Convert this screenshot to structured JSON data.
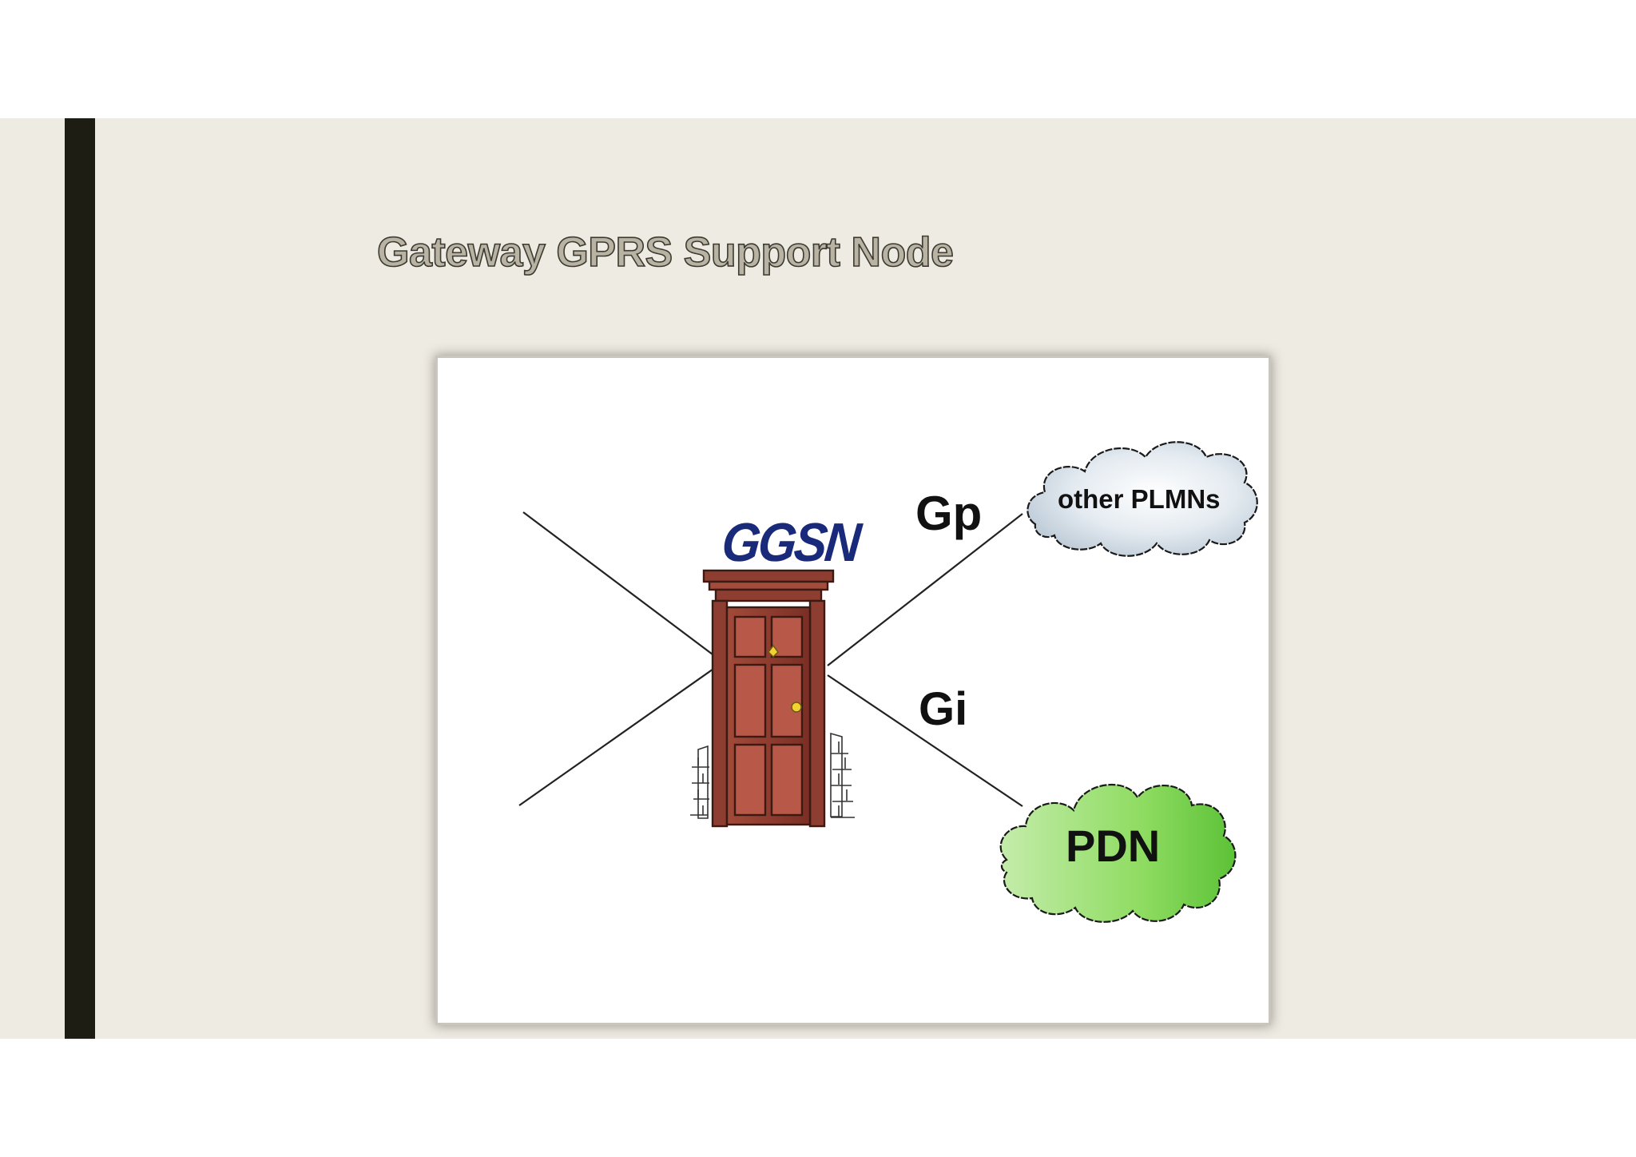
{
  "slide": {
    "title": "Gateway GPRS Support Node"
  },
  "diagram": {
    "node_label": "GGSN",
    "interfaces": {
      "gp": "Gp",
      "gi": "Gi"
    },
    "clouds": {
      "other_networks": "other PLMNs",
      "packet_data_network": "PDN"
    }
  },
  "colors": {
    "slide_background": "#eeebe3",
    "accent_bar": "#1d1d14",
    "title_fill": "#b9b3a3",
    "node_label": "#1a2a7a",
    "door": "#8c3d2f",
    "plmn_cloud": "#d8e2ea",
    "pdn_cloud": "#7fd454"
  }
}
